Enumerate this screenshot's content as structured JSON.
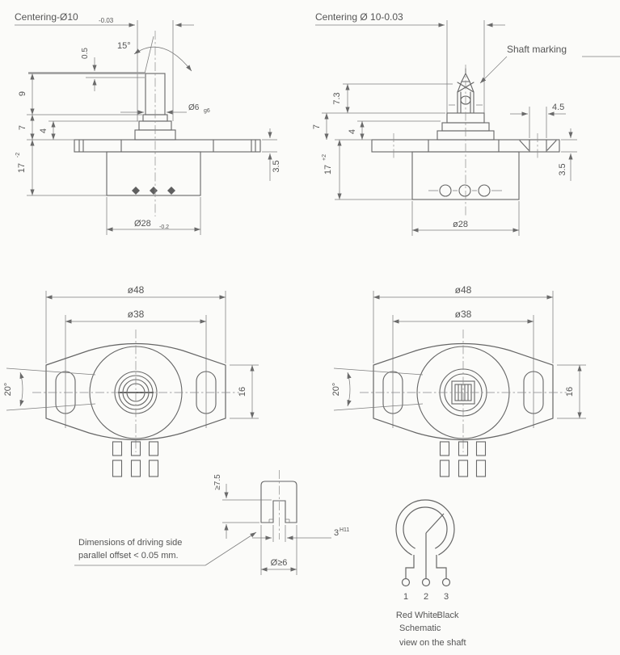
{
  "drawing": {
    "background": "#fbfbf9",
    "line_color": "#666666",
    "text_color": "#555555",
    "view_side_left": {
      "centering_label": "Centering-Ø10",
      "centering_tolerance": "-0.03",
      "shaft_tilt_angle": "15°",
      "dim_cap_height": "0.5",
      "dim_shaft_length": "9",
      "dim_boss_height": "7",
      "dim_step_height": "4",
      "dim_body_height": "17",
      "dim_body_height_tolerance": "-2",
      "shaft_diameter": "Ø6",
      "shaft_fit": "g6",
      "dim_flange_thickness": "3.5",
      "body_diameter": "Ø28",
      "body_diameter_tolerance": "-0.2"
    },
    "view_side_right": {
      "centering_label": "Centering Ø 10-0.03",
      "shaft_marking_label": "Shaft marking",
      "dim_marking_height": "7.3",
      "dim_boss_height": "7",
      "dim_step_height": "4",
      "dim_body_height": "17",
      "dim_body_height_tolerance": "+2",
      "dim_ear_slot_width": "4.5",
      "dim_flange_thickness": "3.5",
      "body_diameter": "ø28"
    },
    "view_top_left": {
      "flange_diameter": "ø48",
      "bolt_circle_diameter": "ø38",
      "dim_tab_width": "16",
      "slot_angle": "20°"
    },
    "view_top_right": {
      "flange_diameter": "ø48",
      "bolt_circle_diameter": "ø38",
      "dim_tab_width": "16",
      "slot_angle": "20°"
    },
    "view_shaft_detail": {
      "dim_slot_depth": "≥7.5",
      "dim_slot_width": "3",
      "dim_slot_width_fit": "H11",
      "dim_shaft_diameter": "Ø≥6",
      "note_line1": "Dimensions of driving side",
      "note_line2": "parallel offset < 0.05 mm."
    },
    "schematic": {
      "pin_numbers": [
        "1",
        "2",
        "3"
      ],
      "wire_colors": [
        "Red",
        "White",
        "Black"
      ],
      "caption_line1": "Schematic",
      "caption_line2": "view on the shaft"
    }
  }
}
